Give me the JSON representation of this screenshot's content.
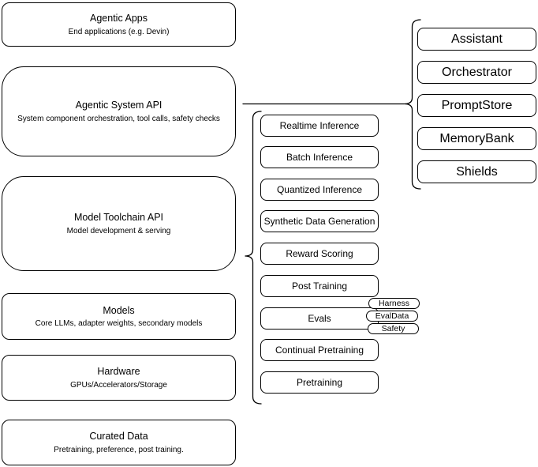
{
  "diagram": {
    "colors": {
      "stroke": "#000000",
      "background": "#ffffff"
    },
    "layers": [
      {
        "title": "Agentic Apps",
        "subtitle": "End applications (e.g. Devin)"
      },
      {
        "title": "Agentic System API",
        "subtitle": "System component orchestration, tool calls, safety checks"
      },
      {
        "title": "Model Toolchain API",
        "subtitle": "Model development & serving"
      },
      {
        "title": "Models",
        "subtitle": "Core LLMs, adapter weights, secondary models"
      },
      {
        "title": "Hardware",
        "subtitle": "GPUs/Accelerators/Storage"
      },
      {
        "title": "Curated Data",
        "subtitle": "Pretraining, preference, post training."
      }
    ],
    "toolchain_services": [
      "Realtime Inference",
      "Batch Inference",
      "Quantized Inference",
      "Synthetic Data Generation",
      "Reward Scoring",
      "Post Training",
      "Evals",
      "Continual Pretraining",
      "Pretraining"
    ],
    "eval_components": [
      "Harness",
      "EvalData",
      "Safety"
    ],
    "system_components": [
      "Assistant",
      "Orchestrator",
      "PromptStore",
      "MemoryBank",
      "Shields"
    ]
  }
}
